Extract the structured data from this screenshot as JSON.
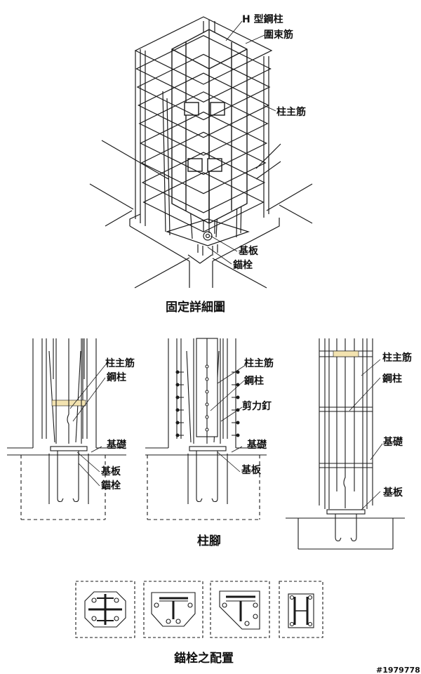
{
  "colors": {
    "ink": "#1a1a1a",
    "paper": "#ffffff",
    "accent": "#f3e3b0"
  },
  "top_figure": {
    "labels": {
      "h_column": "H 型鋼柱",
      "hoop": "圍束筋",
      "main_rebar": "柱主筋",
      "base_plate": "基板",
      "anchor_bolt": "錨栓"
    },
    "caption": "固定詳細圖"
  },
  "middle_figure": {
    "left": {
      "main_rebar": "柱主筋",
      "steel_column": "鋼柱",
      "foundation": "基礎",
      "base_plate": "基板",
      "anchor_bolt": "錨栓"
    },
    "center": {
      "main_rebar": "柱主筋",
      "steel_column": "鋼柱",
      "shear_stud": "剪力釘",
      "foundation": "基礎",
      "base_plate": "基板"
    },
    "right": {
      "main_rebar": "柱主筋",
      "steel_column": "鋼柱",
      "foundation": "基礎",
      "base_plate": "基板"
    },
    "caption": "柱腳"
  },
  "bottom_figure": {
    "caption": "錨栓之配置"
  },
  "watermark": "#1979778"
}
